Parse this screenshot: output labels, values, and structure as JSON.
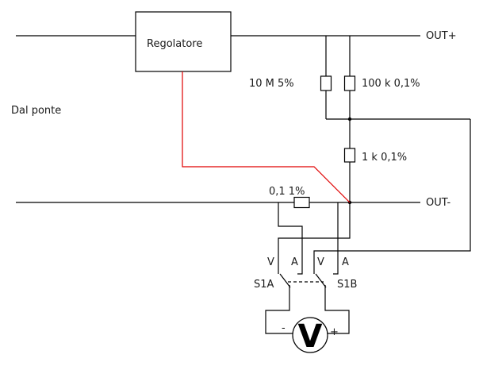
{
  "diagram": {
    "type": "circuit-schematic",
    "labels": {
      "regulator": "Regolatore",
      "source": "Dal ponte",
      "out_plus": "OUT+",
      "out_minus": "OUT-",
      "r_10m": "10 M  5%",
      "r_100k": "100 k  0,1%",
      "r_1k": "1 k 0,1%",
      "r_shunt": "0,1  1%",
      "s1a_v": "V",
      "s1a_a": "A",
      "s1b_v": "V",
      "s1b_a": "A",
      "s1a": "S1A",
      "s1b": "S1B",
      "meter_minus": "-",
      "meter_plus": "+",
      "meter_symbol": "V"
    },
    "components": [
      {
        "id": "regulator",
        "kind": "block",
        "label": "Regolatore"
      },
      {
        "id": "R1",
        "kind": "resistor",
        "value": "10 M",
        "tolerance": "5%"
      },
      {
        "id": "R2",
        "kind": "resistor",
        "value": "100 k",
        "tolerance": "0,1%"
      },
      {
        "id": "R3",
        "kind": "resistor",
        "value": "1 k",
        "tolerance": "0,1%"
      },
      {
        "id": "R4",
        "kind": "resistor",
        "value": "0,1",
        "tolerance": "1%"
      },
      {
        "id": "S1",
        "kind": "double-pole switch",
        "poles": [
          "S1A",
          "S1B"
        ],
        "positions": [
          "V",
          "A"
        ]
      },
      {
        "id": "M1",
        "kind": "voltmeter",
        "symbol": "V"
      }
    ],
    "colors": {
      "wire": "#000000",
      "sense_wire": "#e00000"
    }
  }
}
